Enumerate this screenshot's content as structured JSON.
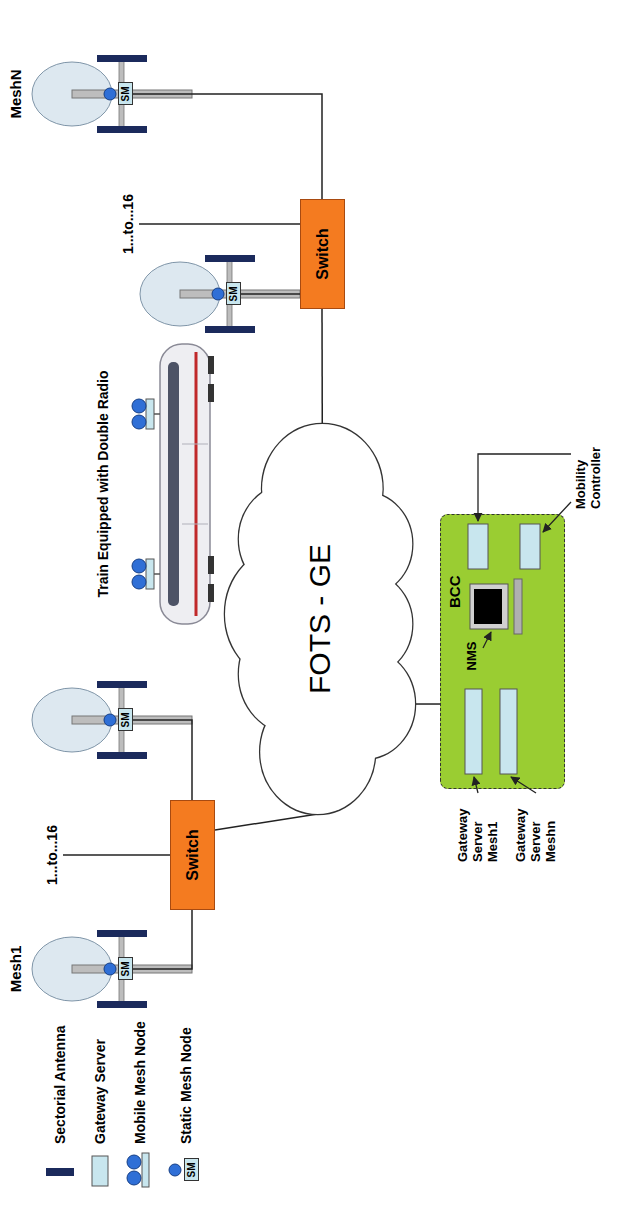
{
  "diagram": {
    "nodes": [
      {
        "text": [
          "SM"
        ]
      },
      {
        "text": [
          "SM"
        ]
      },
      {
        "text": [
          "Switch"
        ]
      },
      {
        "text": [
          "FOTS - GE"
        ]
      },
      {
        "text": [
          "SM"
        ]
      },
      {
        "text": [
          "SM"
        ]
      },
      {
        "text": [
          "Switch"
        ]
      },
      {
        "text": [
          "BCC"
        ]
      },
      {
        "text": [
          "SM"
        ]
      }
    ],
    "edges": [
      {
        "from": 0,
        "to": 2,
        "arrow": "none"
      },
      {
        "from": 1,
        "to": 2,
        "arrow": "none"
      },
      {
        "from": 2,
        "to": 3,
        "arrow": "none"
      },
      {
        "from": 4,
        "to": 6,
        "arrow": "none"
      },
      {
        "from": 5,
        "to": 6,
        "arrow": "none"
      },
      {
        "from": 6,
        "to": 3,
        "arrow": "none"
      },
      {
        "from": 3,
        "to": 7,
        "arrow": "none"
      }
    ],
    "labels": [
      "Mesh1",
      "1...to...16",
      "Train Equipped with Double Radio",
      "MeshN",
      "1...to...16",
      "NMS",
      "Gateway Server Mesh1",
      "Gateway Server Meshn",
      "Mobility Controller"
    ],
    "legend": [
      {
        "text": "Sectorial Antenna"
      },
      {
        "text": "Gateway Server"
      },
      {
        "text": "Mobile Mesh Node"
      },
      {
        "text": "Static Mesh Node"
      }
    ]
  }
}
